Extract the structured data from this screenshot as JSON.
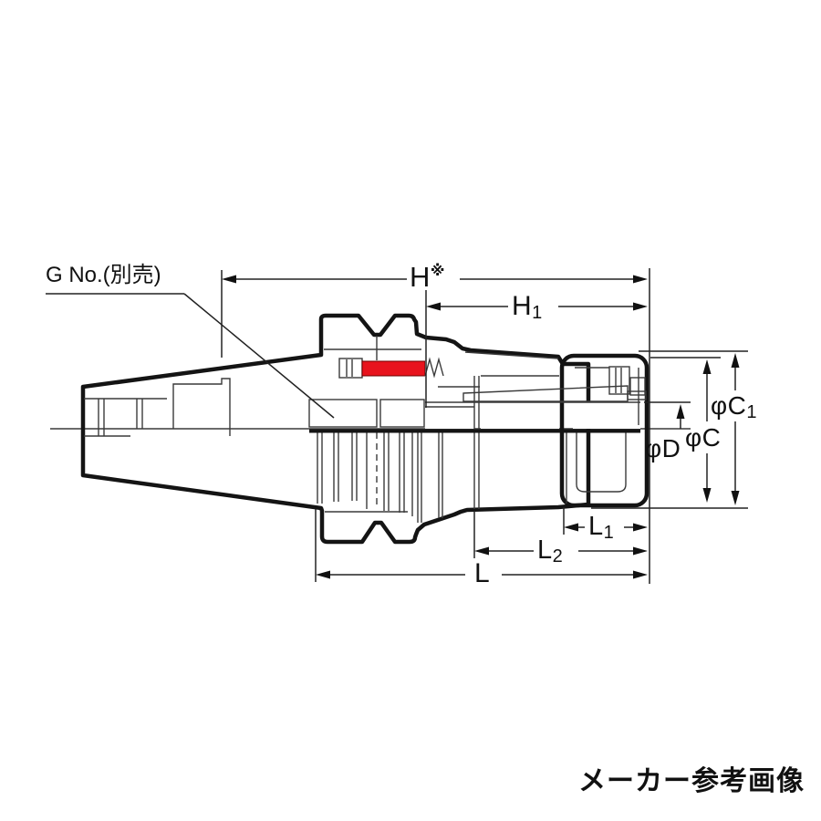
{
  "caption": {
    "text": "メーカー参考画像"
  },
  "callout": {
    "g_no": "G No.(別売)"
  },
  "dimensions": {
    "h": {
      "base": "H",
      "sup": "※"
    },
    "h1": {
      "base": "H",
      "sub": "1"
    },
    "phi_c1": {
      "base": "φC",
      "sub": "1"
    },
    "phi_c": {
      "base": "φC"
    },
    "phi_d": {
      "base": "φD"
    },
    "l1": {
      "base": "L",
      "sub": "1"
    },
    "l2": {
      "base": "L",
      "sub": "2"
    },
    "l": {
      "base": "L"
    }
  },
  "colors": {
    "body_fill": "#e9ebea",
    "outline": "#141414",
    "pink": "#f4b5ce",
    "pink_light": "#f6c3d6",
    "red": "#e8131d",
    "line": "#3a3a3a"
  }
}
